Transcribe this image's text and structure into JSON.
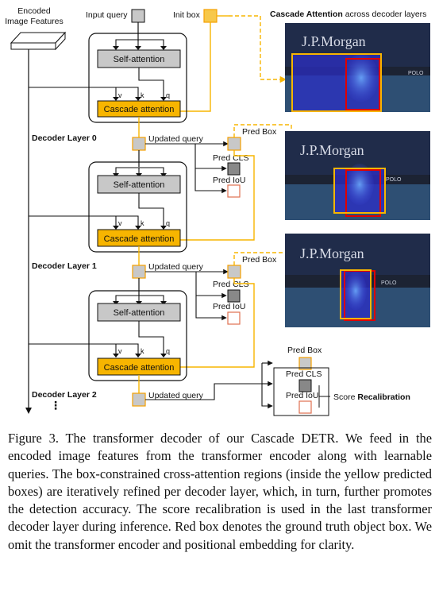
{
  "encoder": {
    "line1": "Encoded",
    "line2": "Image Features"
  },
  "input_query_label": "Input query",
  "init_box_label": "Init box",
  "right_title": {
    "bold": "Cascade Attention",
    "rest": " across decoder layers"
  },
  "layers": [
    {
      "label": "Decoder Layer 0"
    },
    {
      "label": "Decoder Layer 1"
    },
    {
      "label": "Decoder Layer 2"
    }
  ],
  "block": {
    "self_attention": "Self-attention",
    "cascade_attention": "Cascade attention",
    "v": "v",
    "k": "k",
    "q": "q"
  },
  "updated_query_label": "Updated query",
  "pred_box_label": "Pred Box",
  "pred_cls_label": "Pred CLS",
  "pred_iou_label": "Pred IoU",
  "score_recal": {
    "prefix": "Score ",
    "bold": "Recalibration"
  },
  "photo_sign_text": "J.P.Morgan",
  "photo_small_text": "POLO",
  "colors": {
    "yellow": "#f7b500",
    "orange_box": "#f5a000",
    "gray_node": "#c8c8c8",
    "red_box": "#e00000",
    "attention_blue": "#2c2ec8"
  },
  "caption": "Figure 3. The transformer decoder of our Cascade DETR. We feed in the encoded image features from the transformer encoder along with learnable queries. The box-constrained cross-attention regions (inside the yellow predicted boxes) are iteratively refined per decoder layer, which, in turn, further promotes the detection accuracy. The score recalibration is used in the last transformer decoder layer during inference. Red box denotes the ground truth object box. We omit the transformer encoder and positional embedding for clarity."
}
